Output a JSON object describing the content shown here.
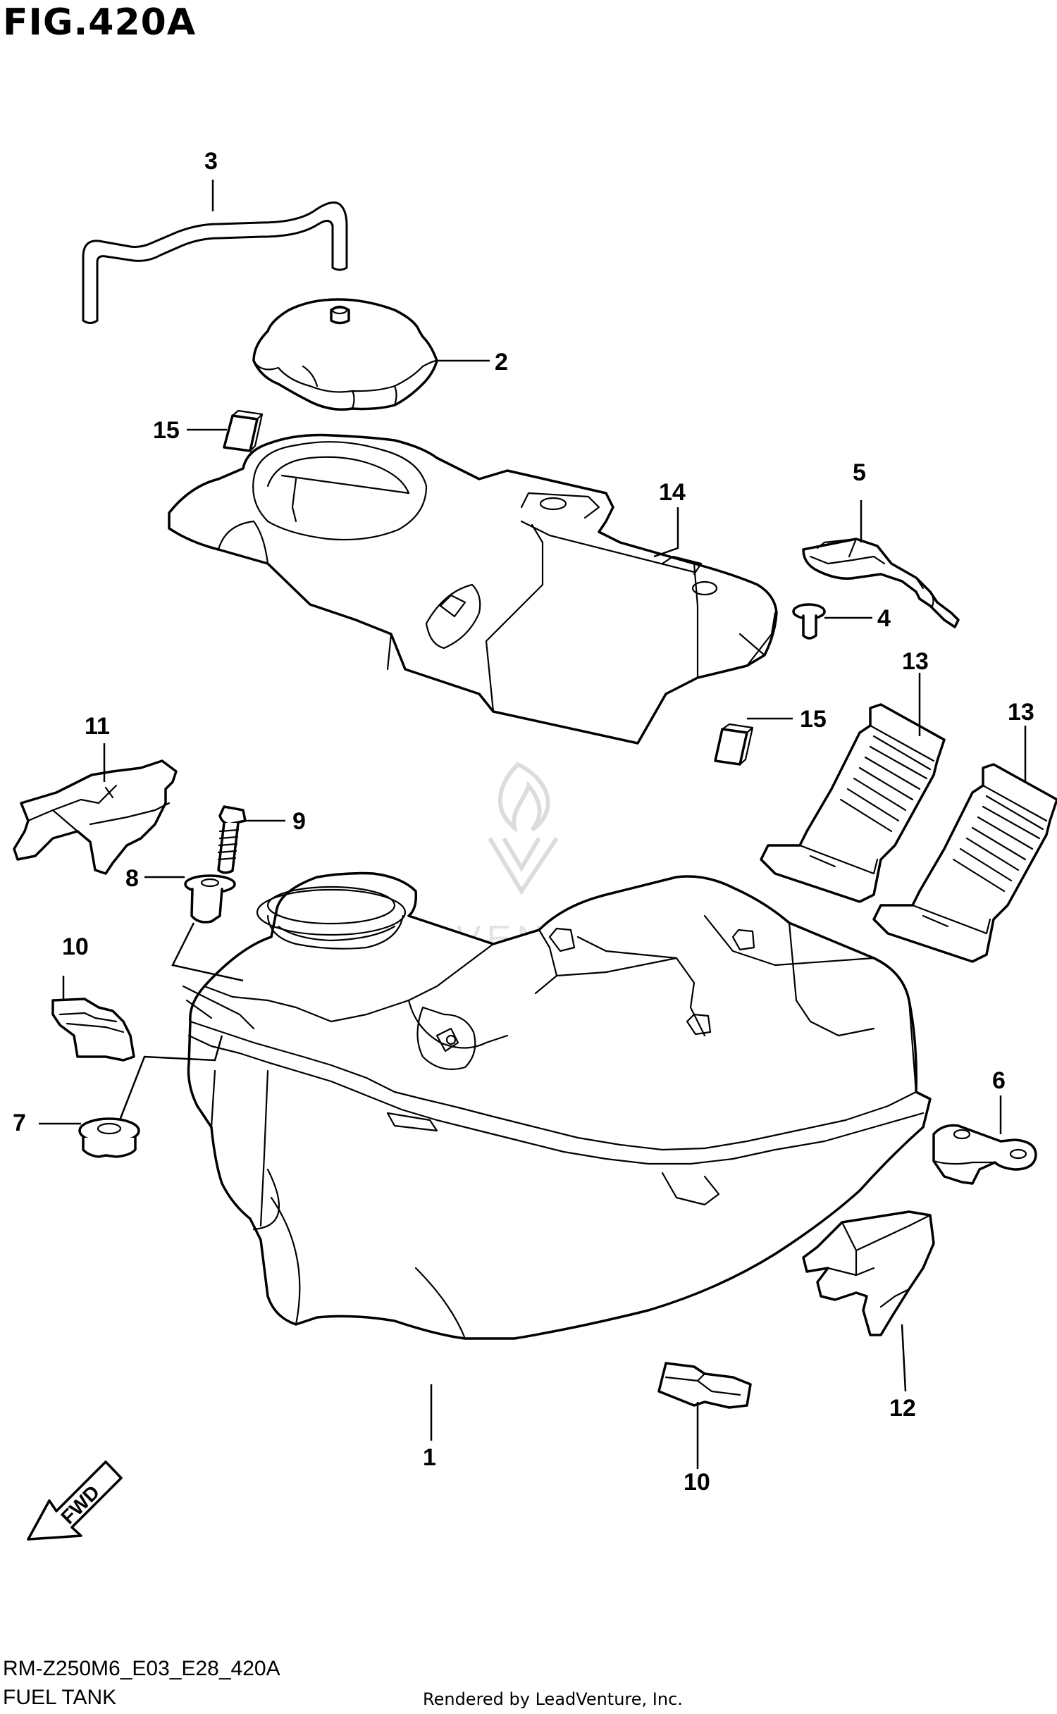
{
  "figure": {
    "title": "FIG.420A"
  },
  "callouts": {
    "c1": "1",
    "c2": "2",
    "c3": "3",
    "c4": "4",
    "c5": "5",
    "c6": "6",
    "c7": "7",
    "c8": "8",
    "c9": "9",
    "c10a": "10",
    "c10b": "10",
    "c11": "11",
    "c12": "12",
    "c13a": "13",
    "c13b": "13",
    "c14": "14",
    "c15a": "15",
    "c15b": "15"
  },
  "fwd_label": "FWD",
  "watermark_text": "LEADVENTURE",
  "footer": {
    "model_code": "RM-Z250M6_E03_E28_420A",
    "section_name": "FUEL TANK",
    "rendered_by": "Rendered by LeadVenture, Inc."
  }
}
